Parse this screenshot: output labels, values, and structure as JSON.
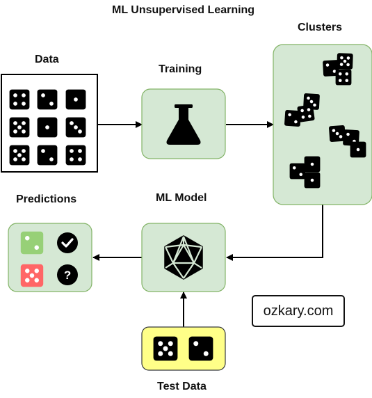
{
  "title": "ML Unsupervised Learning",
  "labels": {
    "data": "Data",
    "training": "Training",
    "clusters": "Clusters",
    "predictions": "Predictions",
    "ml_model": "ML Model",
    "test_data": "Test Data"
  },
  "watermark": "ozkary.com",
  "icons": {
    "training": "flask-icon",
    "ml_model": "icosahedron-icon",
    "correct": "check-circle-icon",
    "unknown": "question-circle-icon",
    "dice": "die-icon"
  },
  "colors": {
    "node_fill": "#d5e8d4",
    "node_stroke": "#82b366",
    "test_fill": "#ffff88",
    "test_stroke": "#36393d",
    "die": "#000000",
    "die_good": "#97d077",
    "die_bad": "#ff6666",
    "arrow": "#000000"
  }
}
